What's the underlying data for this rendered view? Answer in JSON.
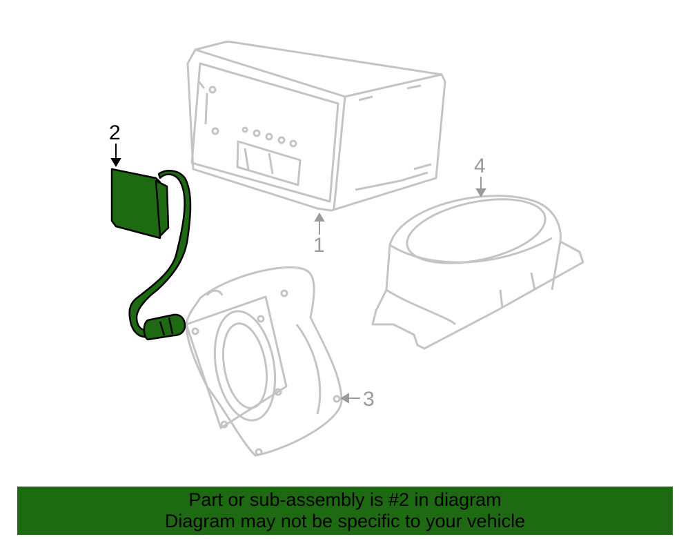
{
  "callouts": {
    "part_1": "1",
    "part_2": "2",
    "part_3": "3",
    "part_4": "4"
  },
  "banner": {
    "line1": "Part or sub-assembly is #2 in diagram",
    "line2": "Diagram may not be specific to your vehicle"
  },
  "colors": {
    "highlight_fill": "#1e6a12",
    "outline": "#c4c4c4",
    "highlight_outline": "#000000",
    "callout_active": "#000000",
    "callout_inactive": "#9a9a9a"
  }
}
